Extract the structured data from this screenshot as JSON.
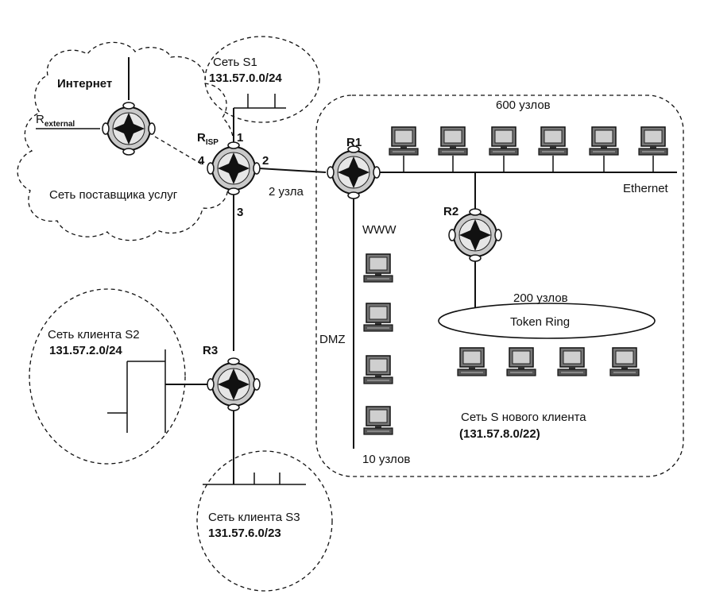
{
  "internet": {
    "title": "Интернет",
    "r_external_main": "R",
    "r_external_sub": "external"
  },
  "isp": {
    "network": "Сеть поставщика услуг",
    "router_main": "R",
    "router_sub": "ISP",
    "port1": "1",
    "port2": "2",
    "port3": "3",
    "port4": "4"
  },
  "s1": {
    "name": "Сеть S1",
    "addr": "131.57.0.0/24"
  },
  "link": {
    "two_nodes": "2 узла"
  },
  "r1": {
    "name": "R1"
  },
  "r2": {
    "name": "R2"
  },
  "r3": {
    "name": "R3"
  },
  "ethernet": {
    "count": "600 узлов",
    "label": "Ethernet"
  },
  "dmz": {
    "label": "DMZ",
    "www": "WWW",
    "count": "10 узлов"
  },
  "token_ring": {
    "count": "200 узлов",
    "label": "Token Ring"
  },
  "new_client": {
    "name": "Сеть S нового клиента",
    "addr": "(131.57.8.0/22)"
  },
  "s2": {
    "name": "Сеть клиента S2",
    "addr": "131.57.2.0/24"
  },
  "s3": {
    "name": "Сеть клиента S3",
    "addr": "131.57.6.0/23"
  },
  "icons": [
    "router-icon",
    "computer-icon",
    "cloud-icon"
  ]
}
